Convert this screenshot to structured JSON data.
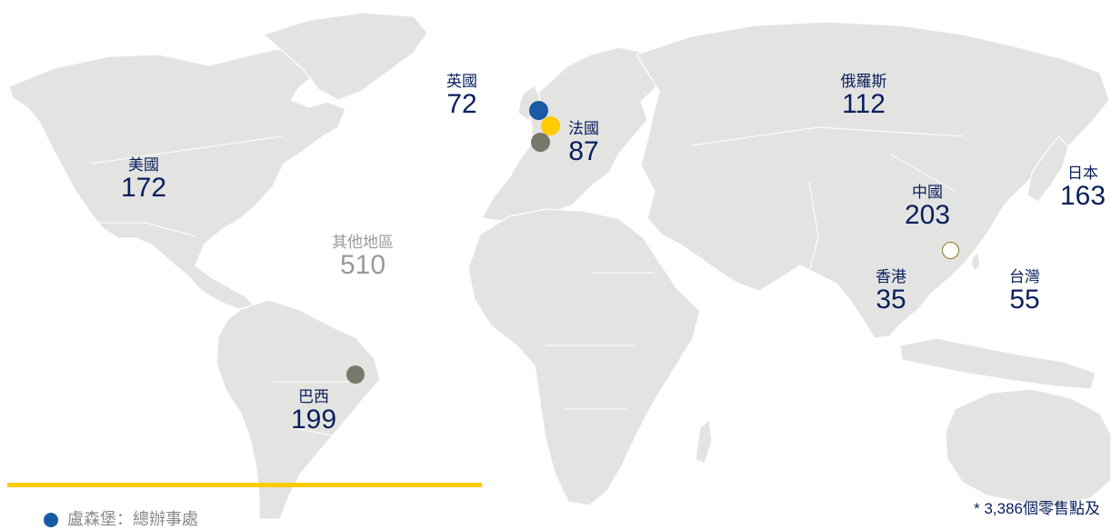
{
  "map": {
    "regions": [
      {
        "id": "uk",
        "name": "英國",
        "count": "72"
      },
      {
        "id": "russia",
        "name": "俄羅斯",
        "count": "112"
      },
      {
        "id": "france",
        "name": "法國",
        "count": "87"
      },
      {
        "id": "usa",
        "name": "美國",
        "count": "172"
      },
      {
        "id": "japan",
        "name": "日本",
        "count": "163"
      },
      {
        "id": "china",
        "name": "中國",
        "count": "203"
      },
      {
        "id": "other",
        "name": "其他地區",
        "count": "510"
      },
      {
        "id": "hongkong",
        "name": "香港",
        "count": "35"
      },
      {
        "id": "taiwan",
        "name": "台灣",
        "count": "55"
      },
      {
        "id": "brazil",
        "name": "巴西",
        "count": "199"
      }
    ],
    "markers": [
      {
        "id": "blue-marker",
        "color": "#1a5ba6"
      },
      {
        "id": "yellow-marker",
        "color": "#ffcc00"
      },
      {
        "id": "gray-marker",
        "color": "#77776b"
      },
      {
        "id": "brazil-marker",
        "color": "#77776b"
      },
      {
        "id": "hongkong-marker",
        "color": "#ffffff"
      }
    ]
  },
  "legend": {
    "text": "盧森堡：總辦事處",
    "color": "#1a5ba6"
  },
  "footnote": "* 3,386個零售點及",
  "colors": {
    "land": "#e3e3e1",
    "text": "#0a1f5c",
    "muted": "#9a9a9a",
    "accent": "#ffcc00"
  }
}
